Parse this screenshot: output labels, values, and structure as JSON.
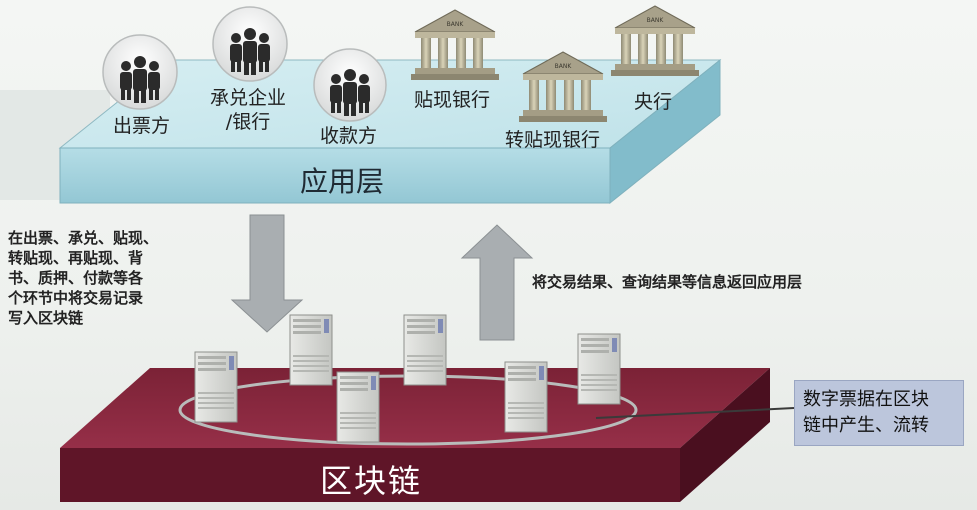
{
  "layers": {
    "application": "应用层",
    "blockchain": "区块链"
  },
  "actors": {
    "issuer": "出票方",
    "acceptor": [
      "承兑企业",
      "/银行"
    ],
    "payee": "收款方",
    "discount_bank": "贴现银行",
    "rediscount_bank": "转贴现银行",
    "central_bank": "央行"
  },
  "bank_icon_text": "BANK",
  "notes": {
    "write_down": [
      "在出票、承兑、贴现、",
      "转贴现、再贴现、背",
      "书、质押、付款等各",
      "个环节中将交易记录",
      "写入区块链"
    ],
    "return_up": "将交易结果、查询结果等信息返回应用层",
    "digital_bill": [
      "数字票据在区块",
      "链中产生、流转"
    ]
  },
  "colors": {
    "app_top": "#c8e7ec",
    "app_front": "#9fd0db",
    "chain_top": "#8a2a40",
    "chain_front": "#5c1426",
    "arrow": "#a9aeb1",
    "people": "#2b2b2b"
  }
}
